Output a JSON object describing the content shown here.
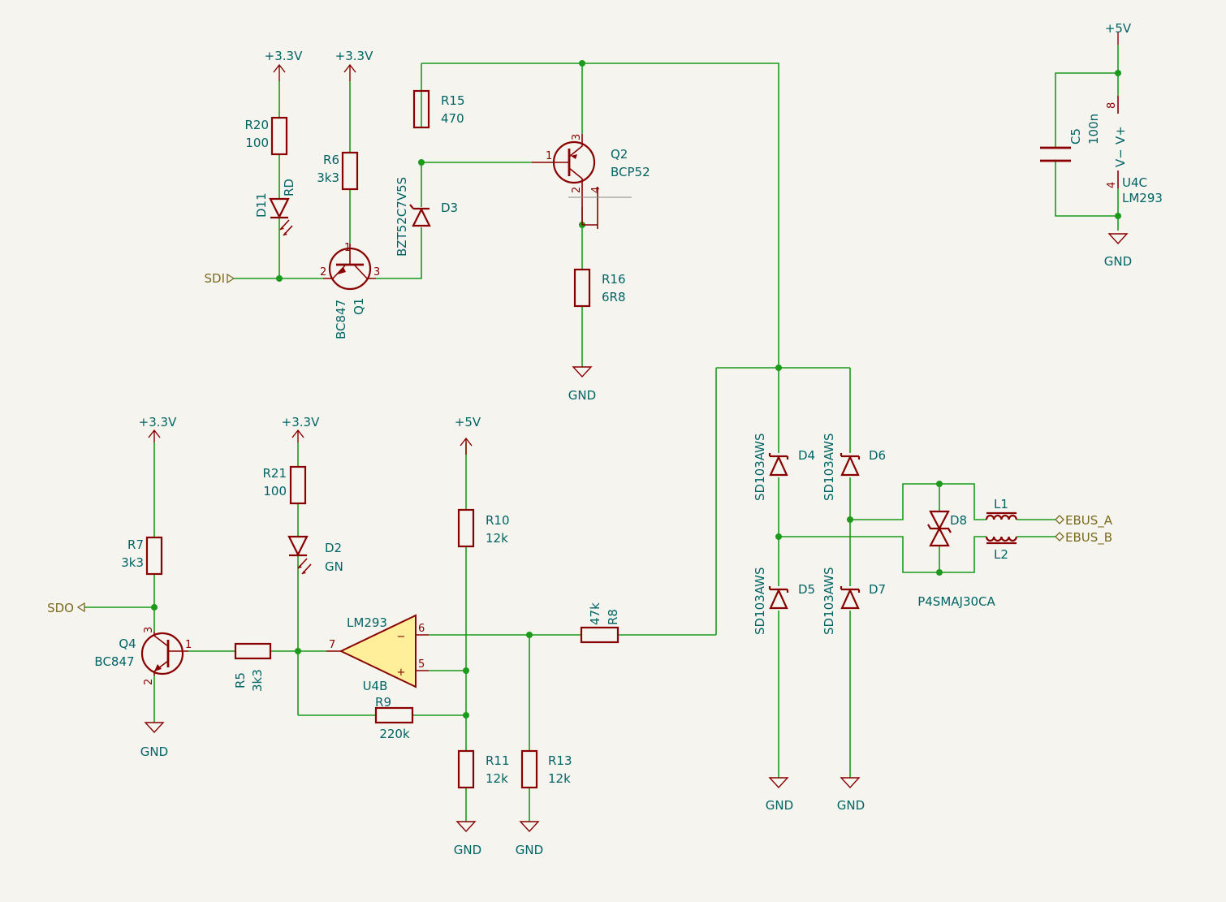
{
  "power": {
    "v33": "+3.3V",
    "v5": "+5V",
    "gnd": "GND"
  },
  "labels": {
    "sdi": "SDI",
    "sdo": "SDO",
    "ebus_a": "EBUS_A",
    "ebus_b": "EBUS_B"
  },
  "components": {
    "r20": {
      "ref": "R20",
      "value": "100"
    },
    "r6": {
      "ref": "R6",
      "value": "3k3"
    },
    "r15": {
      "ref": "R15",
      "value": "470"
    },
    "r16": {
      "ref": "R16",
      "value": "6R8"
    },
    "r7": {
      "ref": "R7",
      "value": "3k3"
    },
    "r21": {
      "ref": "R21",
      "value": "100"
    },
    "r5": {
      "ref": "R5",
      "value": "3k3"
    },
    "r9": {
      "ref": "R9",
      "value": "220k"
    },
    "r10": {
      "ref": "R10",
      "value": "12k"
    },
    "r11": {
      "ref": "R11",
      "value": "12k"
    },
    "r13": {
      "ref": "R13",
      "value": "12k"
    },
    "r8": {
      "ref": "R8",
      "value": "47k"
    },
    "c5": {
      "ref": "C5",
      "value": "100n"
    },
    "d11": {
      "ref": "D11",
      "value": "RD"
    },
    "d2": {
      "ref": "D2",
      "value": "GN"
    },
    "d3": {
      "ref": "D3",
      "value": "BZT52C7V5S"
    },
    "d4": {
      "ref": "D4",
      "value": "SD103AWS"
    },
    "d5": {
      "ref": "D5",
      "value": "SD103AWS"
    },
    "d6": {
      "ref": "D6",
      "value": "SD103AWS"
    },
    "d7": {
      "ref": "D7",
      "value": "SD103AWS"
    },
    "d8": {
      "ref": "D8",
      "value": "P4SMAJ30CA"
    },
    "l1": {
      "ref": "L1"
    },
    "l2": {
      "ref": "L2"
    },
    "q1": {
      "ref": "Q1",
      "value": "BC847"
    },
    "q2": {
      "ref": "Q2",
      "value": "BCP52"
    },
    "q4": {
      "ref": "Q4",
      "value": "BC847"
    },
    "u4b": {
      "ref": "U4B",
      "value": "LM293"
    },
    "u4c": {
      "ref": "U4C",
      "value": "LM293",
      "vminus": "V−",
      "vplus": "V+"
    }
  },
  "pins": {
    "q1": [
      "1",
      "2",
      "3"
    ],
    "q2": [
      "1",
      "2",
      "3",
      "4"
    ],
    "q4": [
      "1",
      "2",
      "3"
    ],
    "u4b": {
      "out": "7",
      "inv": "6",
      "noninv": "5",
      "inv_sign": "−",
      "noninv_sign": "+"
    },
    "u4c": {
      "vplus": "8",
      "vminus": "4"
    }
  },
  "colors": {
    "wire": "#1b9a1b",
    "symbol": "#880000",
    "text": "#006464",
    "label": "#7a6a1e",
    "opamp_fill": "#ffef9a",
    "background": "#f5f4ef"
  }
}
